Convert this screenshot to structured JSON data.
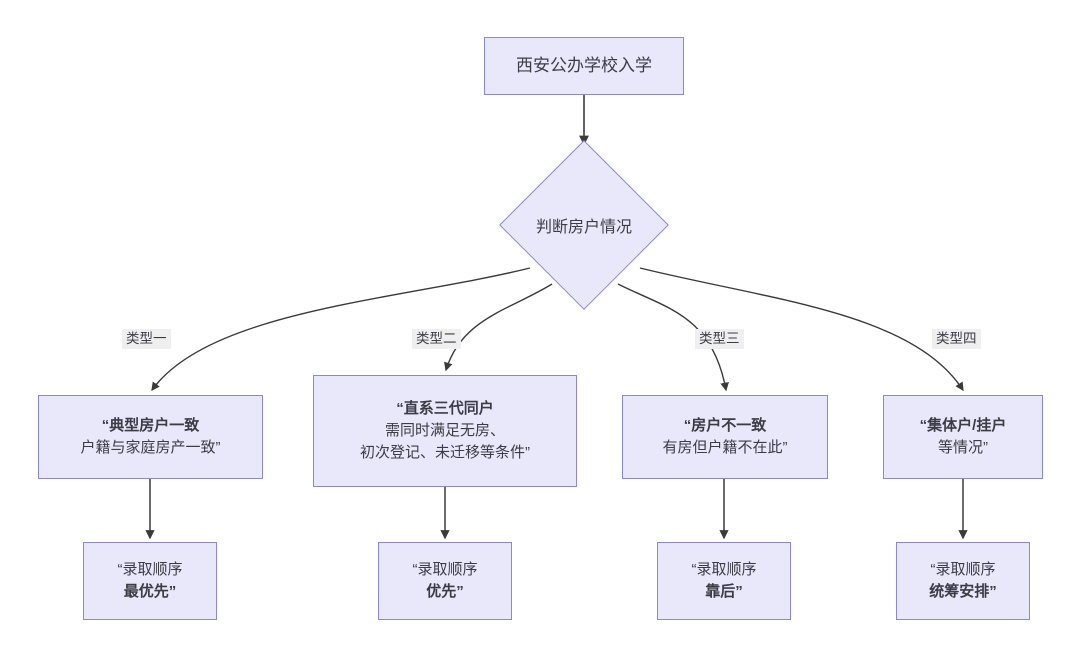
{
  "diagram": {
    "type": "flowchart",
    "title_node": {
      "label": "西安公办学校入学"
    },
    "decision_node": {
      "label": "判断房户情况"
    },
    "edge_labels": [
      {
        "label": "类型一"
      },
      {
        "label": "类型二"
      },
      {
        "label": "类型三"
      },
      {
        "label": "类型四"
      }
    ],
    "category_nodes": [
      {
        "line1": "“典型房户一致",
        "line2": "户籍与家庭房产一致”",
        "line3": ""
      },
      {
        "line1": "“直系三代同户",
        "line2": "需同时满足无房、",
        "line3": "初次登记、未迁移等条件”"
      },
      {
        "line1": "“房户不一致",
        "line2": "有房但户籍不在此”",
        "line3": ""
      },
      {
        "line1": "“集体户/挂户",
        "line2": "等情况”",
        "line3": ""
      }
    ],
    "result_nodes": [
      {
        "line1": "“录取顺序",
        "line2": "最优先”"
      },
      {
        "line1": "“录取顺序",
        "line2": "优先”"
      },
      {
        "line1": "“录取顺序",
        "line2": "靠后”"
      },
      {
        "line1": "“录取顺序",
        "line2": "统筹安排”"
      }
    ],
    "colors": {
      "node_fill": "#e9e8fa",
      "node_border": "#8b86d8",
      "text": "#3c3c45",
      "edge_stroke": "#3a3a3a",
      "edge_label_bg": "#efeff0",
      "background": "#ffffff"
    }
  }
}
